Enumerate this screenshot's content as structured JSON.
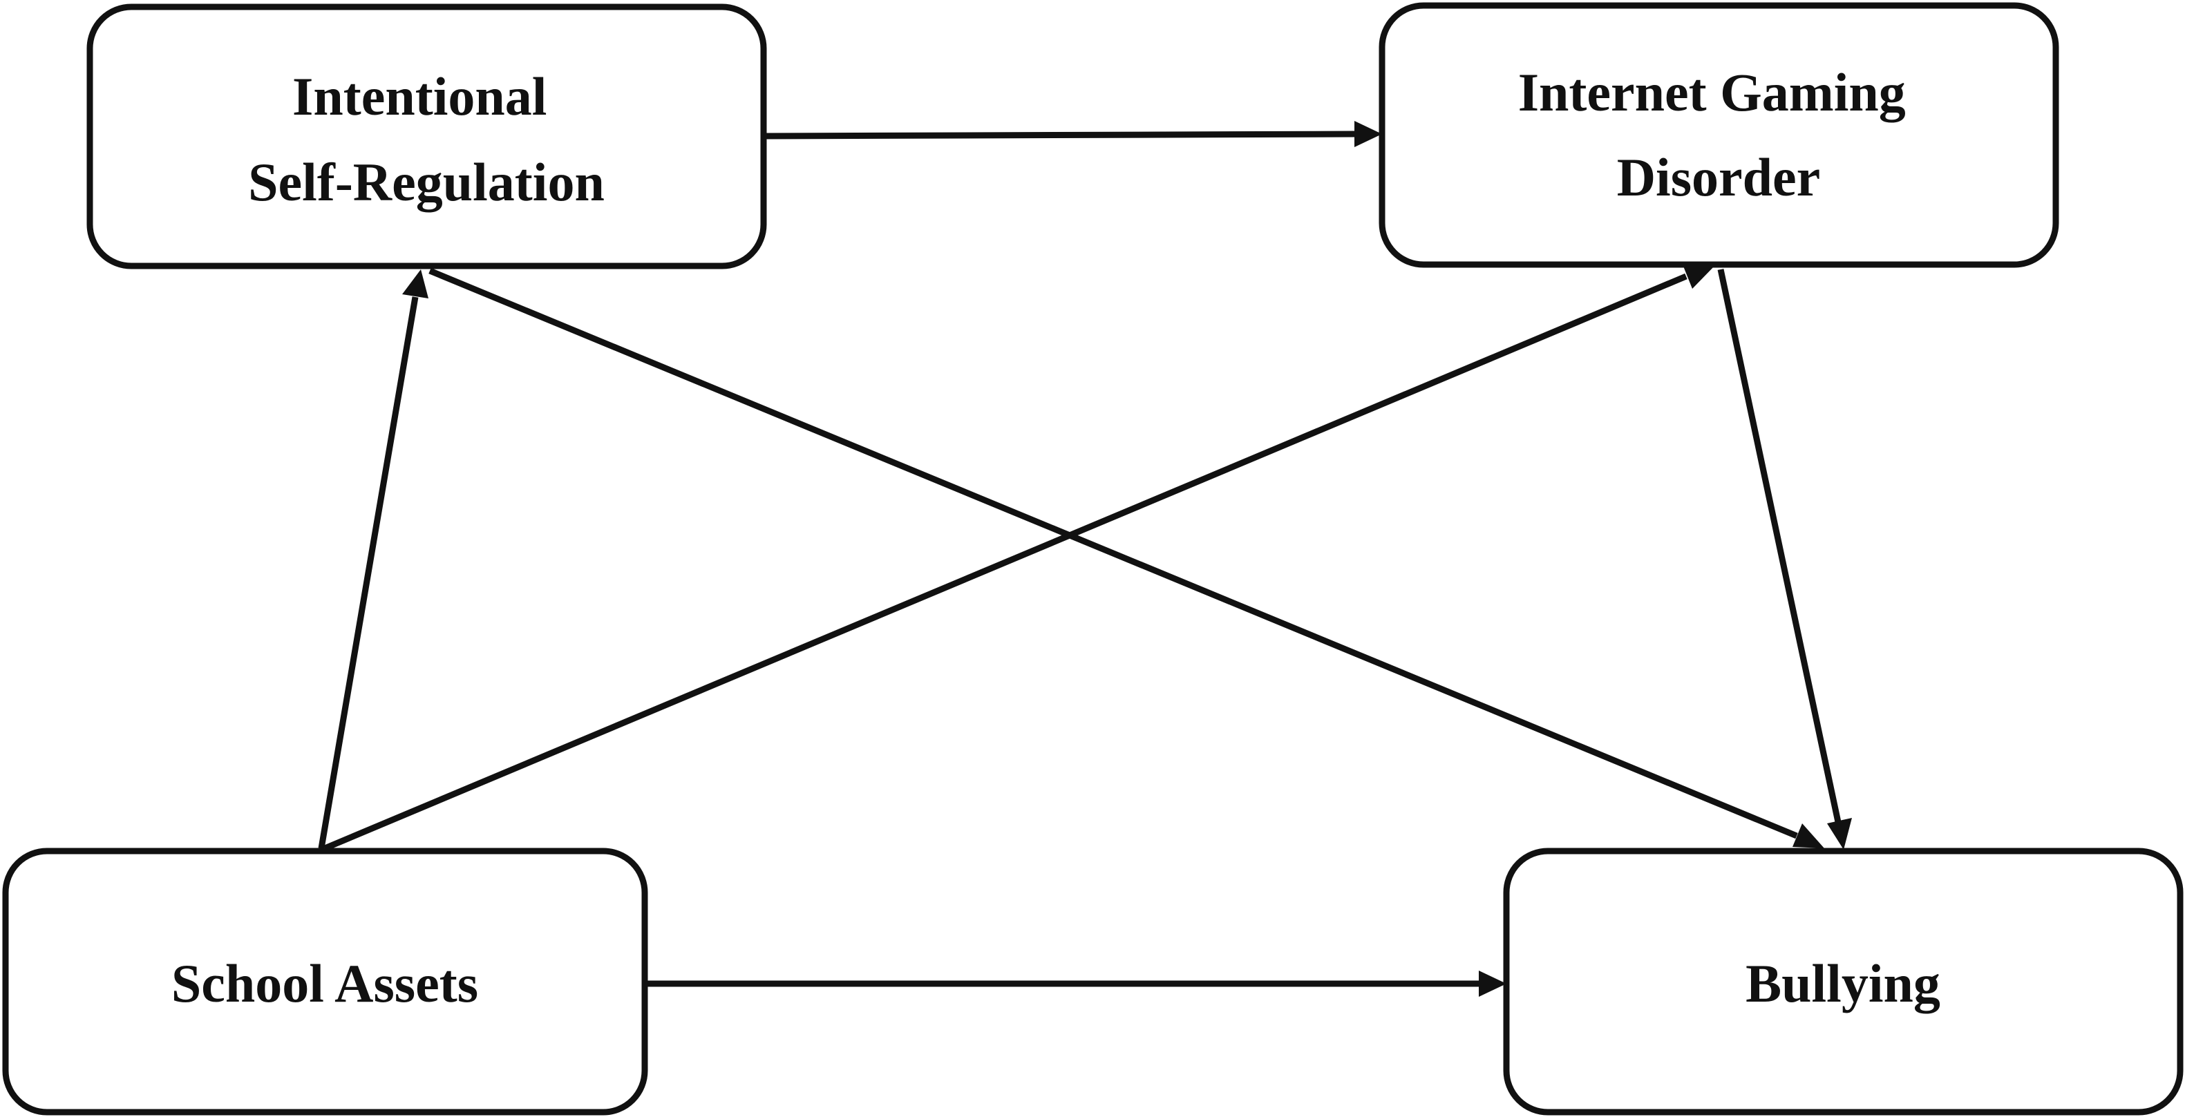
{
  "diagram": {
    "nodes": {
      "self_regulation": {
        "lines": [
          "Intentional",
          "Self-Regulation"
        ]
      },
      "gaming_disorder": {
        "lines": [
          "Internet Gaming",
          "Disorder"
        ]
      },
      "school_assets": {
        "lines": [
          "School Assets"
        ]
      },
      "bullying": {
        "lines": [
          "Bullying"
        ]
      }
    },
    "edges": [
      {
        "from": "school_assets",
        "to": "self_regulation"
      },
      {
        "from": "school_assets",
        "to": "gaming_disorder"
      },
      {
        "from": "school_assets",
        "to": "bullying"
      },
      {
        "from": "self_regulation",
        "to": "gaming_disorder"
      },
      {
        "from": "self_regulation",
        "to": "bullying"
      },
      {
        "from": "gaming_disorder",
        "to": "bullying"
      }
    ],
    "colors": {
      "stroke": "#111111",
      "background": "#ffffff"
    }
  }
}
